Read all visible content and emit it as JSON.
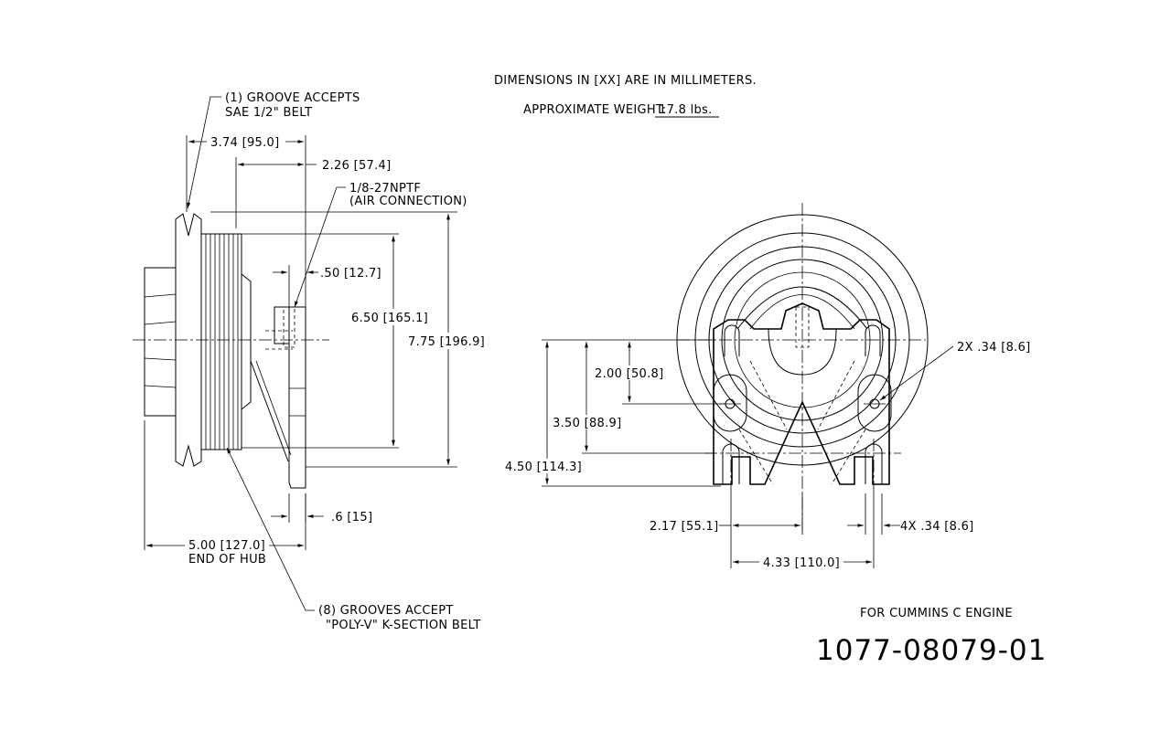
{
  "notes": {
    "units": "DIMENSIONS IN [XX] ARE IN MILLIMETERS.",
    "weight_label": "APPROXIMATE WEIGHT:",
    "weight_value": "17.8 lbs."
  },
  "side_view": {
    "groove_note_1": "(1) GROOVE ACCEPTS",
    "groove_note_2": "SAE 1/2\" BELT",
    "dim_overall": "3.74 [95.0]",
    "dim_pulley": "2.26 [57.4]",
    "air_note_1": "1/8-27NPTF",
    "air_note_2": "(AIR CONNECTION)",
    "dim_air": ".50 [12.7]",
    "dim_groove_dia": "6.50 [165.1]",
    "dim_outer_dia": "7.75 [196.9]",
    "dim_flange": ".6 [15]",
    "dim_hub": "5.00 [127.0]",
    "hub_note": "END OF HUB",
    "polyv_note_1": "(8) GROOVES ACCEPT",
    "polyv_note_2": "\"POLY-V\" K-SECTION BELT"
  },
  "front_view": {
    "dim_slot": "2X .34 [8.6]",
    "dim_v1": "2.00 [50.8]",
    "dim_v2": "3.50 [88.9]",
    "dim_v3": "4.50 [114.3]",
    "dim_h1": "2.17 [55.1]",
    "dim_slot4": "4X .34 [8.6]",
    "dim_h2": "4.33 [110.0]"
  },
  "title_block": {
    "engine": "FOR CUMMINS C ENGINE",
    "part_number": "1077-08079-01"
  }
}
